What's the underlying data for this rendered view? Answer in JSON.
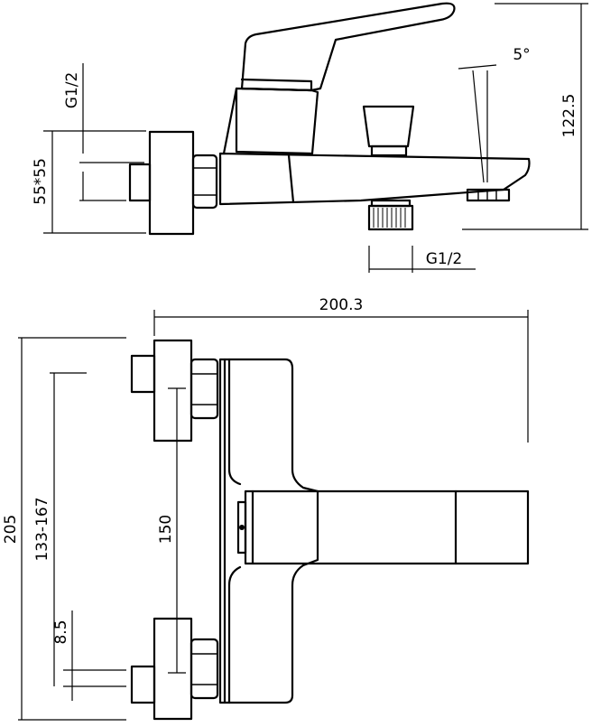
{
  "dimensions": {
    "side_height": "122.5",
    "side_inlet_thread": "G1/2",
    "side_square": "55*55",
    "side_outlet_thread": "G1/2",
    "side_angle": "5°",
    "front_width": "200.3",
    "front_height": "205",
    "front_range": "133-167",
    "front_centers": "150",
    "front_offset": "8.5"
  }
}
